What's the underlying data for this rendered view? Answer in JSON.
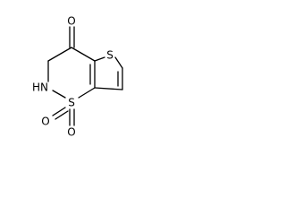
{
  "molecule": {
    "atoms": {
      "carbonyl_oxygen": "O",
      "ring_sulfur": "S",
      "sulfonyl_sulfur": "S",
      "nitrogen": "HN",
      "sulfonyl_oxygen_left": "O",
      "sulfonyl_oxygen_bottom": "O"
    }
  },
  "colors": {
    "bond": "#000000",
    "label": "#000000",
    "background": "#ffffff"
  }
}
